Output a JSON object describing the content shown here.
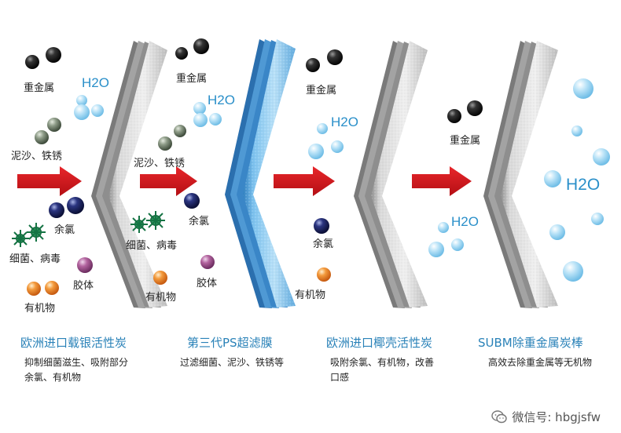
{
  "labels": {
    "heavy_metal": "重金属",
    "h2o": "H2O",
    "sand_rust": "泥沙、铁锈",
    "chlorine": "余氯",
    "bacteria": "细菌、病毒",
    "colloid": "胶体",
    "organic": "有机物"
  },
  "stages": [
    {
      "title": "欧洲进口载银活性炭",
      "desc_1": "抑制细菌滋生、吸附部分",
      "desc_2": "余氯、有机物"
    },
    {
      "title": "第三代PS超滤膜",
      "desc_1": "过滤细菌、泥沙、铁锈等",
      "desc_2": ""
    },
    {
      "title": "欧洲进口椰壳活性炭",
      "desc_1": "吸附余氯、有机物，改善",
      "desc_2": "口感"
    },
    {
      "title": "SUBM除重金属炭棒",
      "desc_1": "高效去除重金属等无机物",
      "desc_2": ""
    }
  ],
  "watermark": {
    "text": "微信号: hbgjsfw",
    "icon": "wechat-icon"
  },
  "colors": {
    "arrow": "#d0151b",
    "title_blue": "#2a82b8",
    "membrane_blue": "#5fb0e6",
    "filter_gray": "#b9b9b9"
  }
}
